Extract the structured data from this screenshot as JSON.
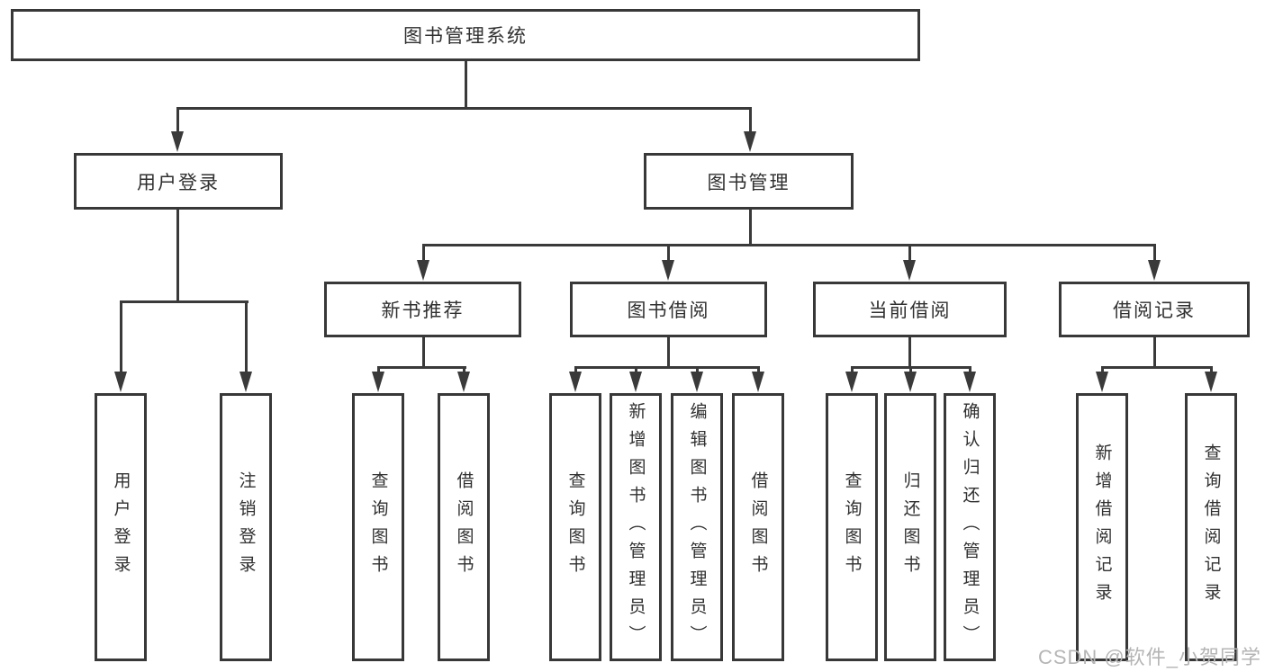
{
  "diagram_type": "tree",
  "nodes": {
    "root": "图书管理系统",
    "level2": [
      "用户登录",
      "图书管理"
    ],
    "level3": [
      "新书推荐",
      "图书借阅",
      "当前借阅",
      "借阅记录"
    ],
    "leaves": {
      "user_login": [
        "用户登录",
        "注销登录"
      ],
      "new_book_recommend": [
        "查询图书",
        "借阅图书"
      ],
      "book_borrow": [
        "查询图书",
        "新增图书（管理员）",
        "编辑图书（管理员）",
        "借阅图书"
      ],
      "current_borrow": [
        "查询图书",
        "归还图书",
        "确认归还（管理员）"
      ],
      "borrow_record": [
        "新增借阅记录",
        "查询借阅记录"
      ]
    }
  },
  "watermark": "CSDN @软件_小贺同学",
  "colors": {
    "line": "#3a3a3a",
    "box_border": "#383838",
    "text": "#303030",
    "watermark": "#b5b5b5",
    "background": "#ffffff"
  }
}
